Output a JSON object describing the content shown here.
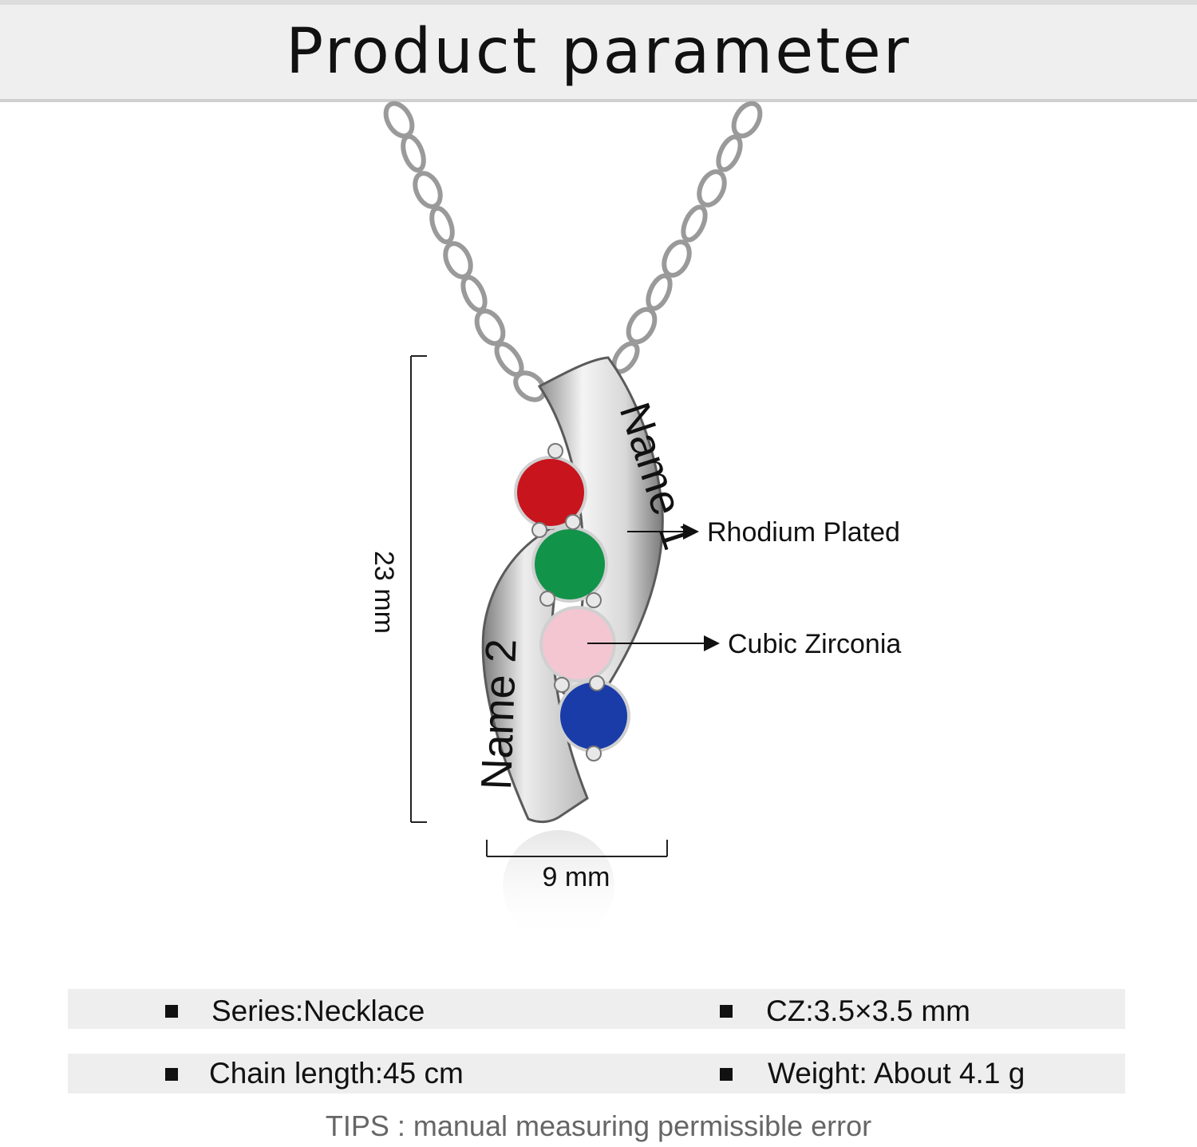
{
  "header": {
    "title": "Product parameter"
  },
  "pendant": {
    "engraving_top": "Name 1",
    "engraving_bottom": "Name 2",
    "stones": [
      {
        "color_name": "red",
        "color": "#c8141c"
      },
      {
        "color_name": "green",
        "color": "#12934a"
      },
      {
        "color_name": "pink",
        "color": "#f3c6d2"
      },
      {
        "color_name": "blue",
        "color": "#1a3ca8"
      }
    ]
  },
  "callouts": {
    "plating": "Rhodium Plated",
    "stone": "Cubic Zirconia"
  },
  "dimensions": {
    "height": "23 mm",
    "width": "9 mm"
  },
  "specs": {
    "series": "Series:Necklace",
    "cz": "CZ:3.5×3.5 mm",
    "chain_length": "Chain length:45 cm",
    "weight": "Weight: About 4.1 g"
  },
  "footer": {
    "tips": "TIPS : manual measuring permissible error"
  }
}
